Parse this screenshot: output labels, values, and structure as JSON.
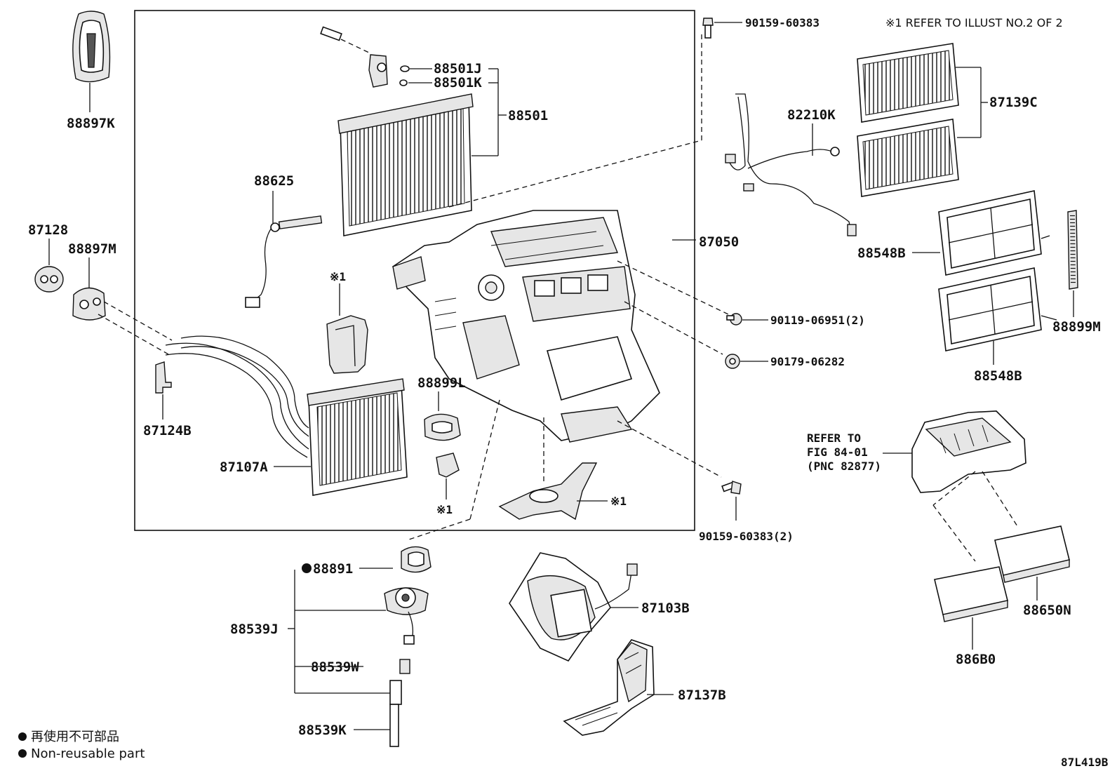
{
  "diagram": {
    "note_refer": "※1 REFER TO ILLUST NO.2 OF 2",
    "diagram_id": "87L419B",
    "legend": {
      "jp": "再使用不可部品",
      "en": "Non-reusable part"
    },
    "refer_box": {
      "line1": "REFER TO",
      "line2": "FIG 84-01",
      "line3": "(PNC 82877)"
    },
    "part_numbers": {
      "p88897K": "88897K",
      "p88501J": "88501J",
      "p88501K": "88501K",
      "p88501": "88501",
      "p88625": "88625",
      "p87128": "87128",
      "p88897M": "88897M",
      "p87124B": "87124B",
      "p87107A": "87107A",
      "p88899L": "88899L",
      "p87050": "87050",
      "p90159_60383": "90159-60383",
      "p90119_06951": "90119-06951(2)",
      "p90179_06282": "90179-06282",
      "p90159_60383_2": "90159-60383(2)",
      "p82210K": "82210K",
      "p87139C": "87139C",
      "p88548B_a": "88548B",
      "p88548B_b": "88548B",
      "p88899M": "88899M",
      "p88650N": "88650N",
      "p886B0": "886B0",
      "p88891": "88891",
      "p88539J": "88539J",
      "p88539W": "88539W",
      "p88539K": "88539K",
      "p87103B": "87103B",
      "p87137B": "87137B"
    },
    "ref_marks": {
      "mark_a": "※1",
      "mark_b": "※1",
      "mark_c": "※1"
    }
  }
}
